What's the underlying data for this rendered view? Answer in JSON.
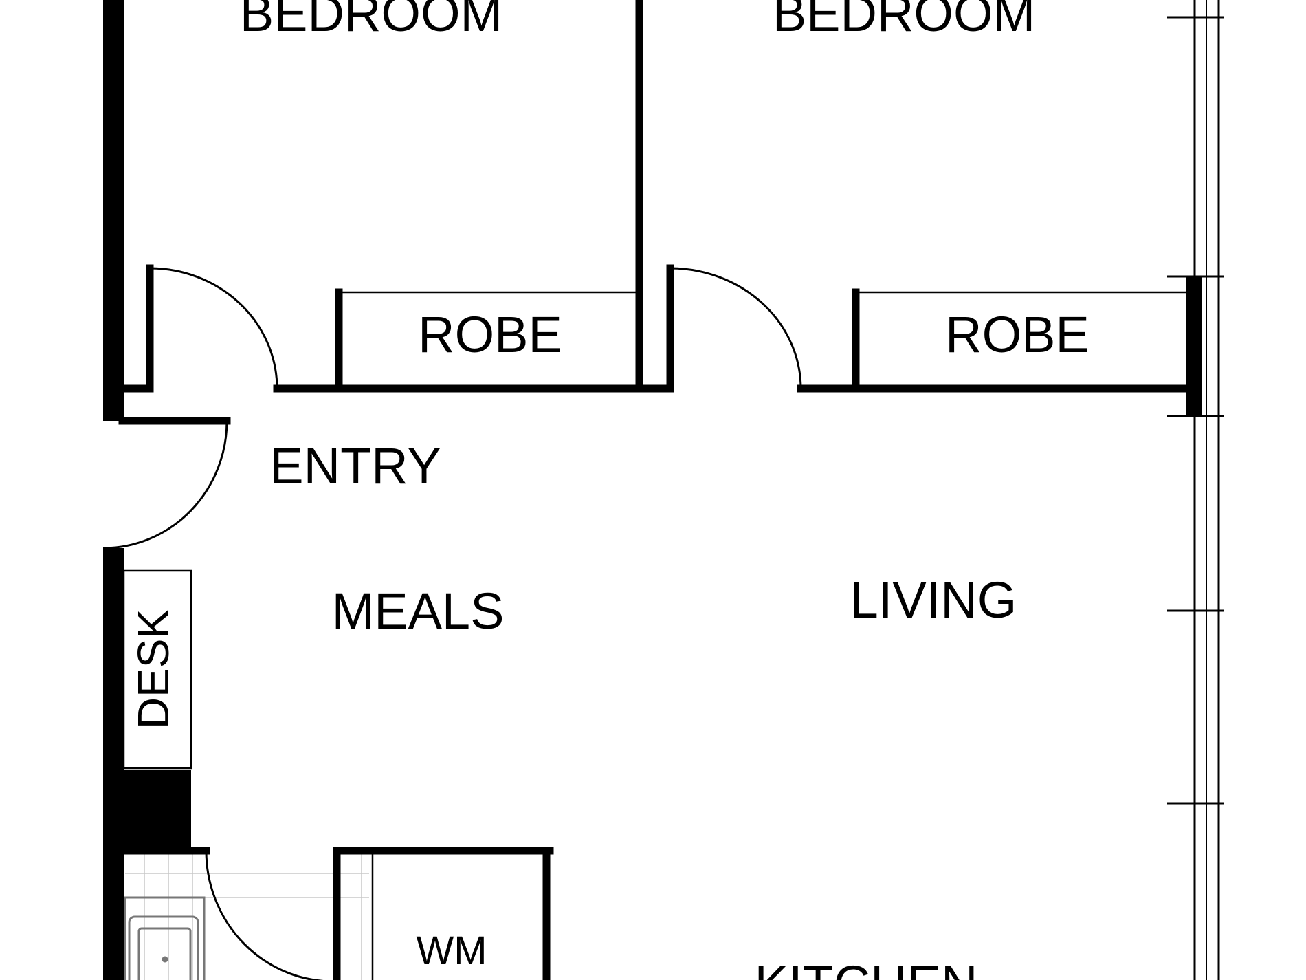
{
  "floorplan": {
    "rooms": {
      "bedroom_left": "BEDROOM",
      "bedroom_right": "BEDROOM",
      "robe_left": "ROBE",
      "robe_right": "ROBE",
      "entry": "ENTRY",
      "meals": "MEALS",
      "living": "LIVING",
      "desk": "DESK",
      "wm": "WM",
      "kitchen": "KITCHEN"
    },
    "colors": {
      "wall": "#000000",
      "background": "#ffffff",
      "tile_grid": "#cccccc"
    }
  }
}
